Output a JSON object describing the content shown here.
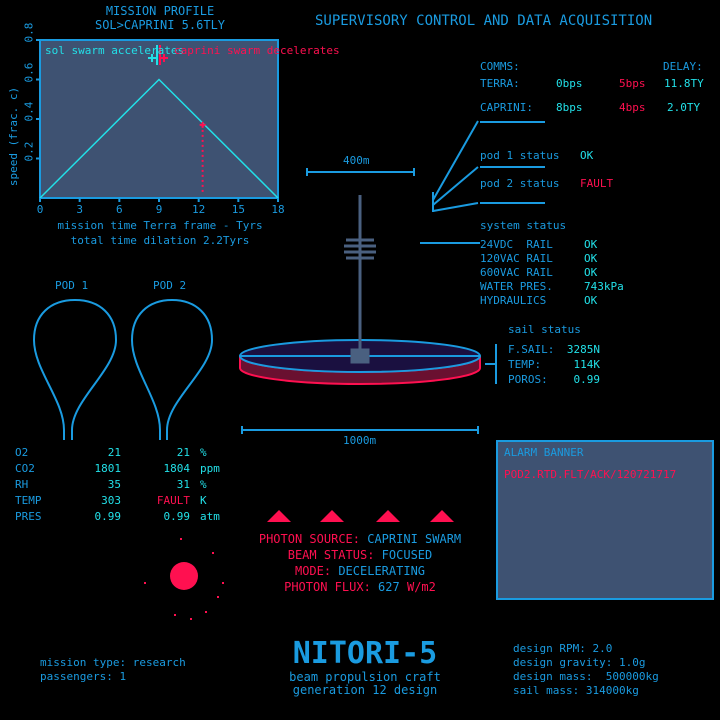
{
  "header": {
    "title": "SUPERVISORY CONTROL AND DATA ACQUISITION"
  },
  "chart_data": {
    "type": "line",
    "title": "MISSION PROFILE",
    "subtitle": "SOL>CAPRINI 5.6TLY",
    "xlabel": "mission time Terra frame - Tyrs",
    "ylabel": "speed (frac. c)",
    "caption": "total time dilation 2.2Tyrs",
    "xlim": [
      0,
      18
    ],
    "ylim": [
      0,
      0.8
    ],
    "xticks": [
      "0",
      "3",
      "6",
      "9",
      "12",
      "15",
      "18"
    ],
    "yticks": [
      "0.2",
      "0.4",
      "0.6",
      "0.8"
    ],
    "series": [
      {
        "name": "speed",
        "x": [
          0,
          9,
          18
        ],
        "y": [
          0,
          0.6,
          0
        ]
      }
    ],
    "marker": {
      "x": 12.3,
      "y": 0.37
    },
    "annotations": [
      "sol swarm accelerates",
      "caprini swarm decelerates"
    ]
  },
  "comms": {
    "title": "COMMS:",
    "delay_label": "DELAY:",
    "rows": [
      {
        "name": "TERRA:",
        "rx": "0bps",
        "tx": "5bps",
        "delay": "11.8TY"
      },
      {
        "name": "CAPRINI:",
        "rx": "8bps",
        "tx": "4bps",
        "delay": "2.0TY"
      }
    ]
  },
  "pods_status": [
    {
      "label": "pod 1 status",
      "value": "OK"
    },
    {
      "label": "pod 2 status",
      "value": "FAULT"
    }
  ],
  "system_status": {
    "title": "system status",
    "rows": [
      {
        "label": "24VDC  RAIL",
        "value": "OK"
      },
      {
        "label": "120VAC RAIL",
        "value": "OK"
      },
      {
        "label": "600VAC RAIL",
        "value": "OK"
      },
      {
        "label": "WATER PRES.",
        "value": "743kPa"
      },
      {
        "label": "HYDRAULICS",
        "value": "OK"
      }
    ]
  },
  "sail_status": {
    "title": "sail status",
    "rows": [
      {
        "label": "F.SAIL:",
        "value": "3285N"
      },
      {
        "label": "TEMP:",
        "value": "114K"
      },
      {
        "label": "POROS:",
        "value": "0.99"
      }
    ]
  },
  "dims": {
    "top": "400m",
    "bottom": "1000m"
  },
  "pods": {
    "titles": [
      "POD 1",
      "POD 2"
    ],
    "rows": [
      {
        "label": "O2",
        "p1": "21",
        "p2": "21",
        "unit": "%"
      },
      {
        "label": "CO2",
        "p1": "1801",
        "p2": "1804",
        "unit": "ppm"
      },
      {
        "label": "RH",
        "p1": "35",
        "p2": "31",
        "unit": "%"
      },
      {
        "label": "TEMP",
        "p1": "303",
        "p2": "FAULT",
        "unit": "K"
      },
      {
        "label": "PRES",
        "p1": "0.99",
        "p2": "0.99",
        "unit": "atm"
      }
    ]
  },
  "photon": {
    "rows": [
      {
        "label": "PHOTON SOURCE:",
        "value": "CAPRINI SWARM"
      },
      {
        "label": "BEAM STATUS:",
        "value": "FOCUSED"
      },
      {
        "label": "MODE:",
        "value": "DECELERATING"
      },
      {
        "label": "PHOTON FLUX:",
        "value": "627",
        "unit": "W/m2"
      }
    ]
  },
  "alarm": {
    "title": "ALARM BANNER",
    "message": "POD2.RTD.FLT/ACK/120721717"
  },
  "footer": {
    "mission_type": "mission type: research",
    "passengers": "passengers: 1",
    "name": "NITORI-5",
    "sub1": "beam propulsion craft",
    "sub2": "generation 12 design",
    "specs": [
      "design RPM: 2.0",
      "design gravity: 1.0g",
      "design mass:  500000kg",
      "sail mass: 314000kg"
    ]
  }
}
